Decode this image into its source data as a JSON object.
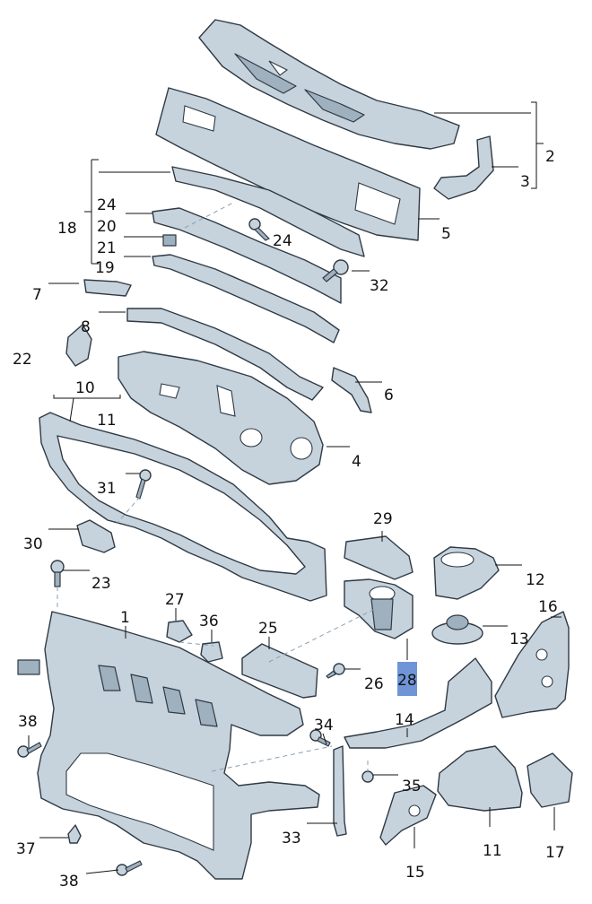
{
  "labels": {
    "l1": "1",
    "l2": "2",
    "l3": "3",
    "l4": "4",
    "l5": "5",
    "l6": "6",
    "l7": "7",
    "l8": "8",
    "l10": "10",
    "l11a": "11",
    "l11b": "11",
    "l12": "12",
    "l13": "13",
    "l14": "14",
    "l15": "15",
    "l16": "16",
    "l17": "17",
    "l18": "18",
    "l19": "19",
    "l20": "20",
    "l21": "21",
    "l22": "22",
    "l23": "23",
    "l24a": "24",
    "l24b": "24",
    "l25": "25",
    "l26": "26",
    "l27": "27",
    "l28": "28",
    "l29": "29",
    "l30": "30",
    "l31": "31",
    "l32": "32",
    "l33": "33",
    "l34": "34",
    "l35": "35",
    "l36": "36",
    "l37": "37",
    "l38a": "38",
    "l38b": "38"
  },
  "highlight": {
    "label": "l28",
    "color": "#6f95d6"
  }
}
